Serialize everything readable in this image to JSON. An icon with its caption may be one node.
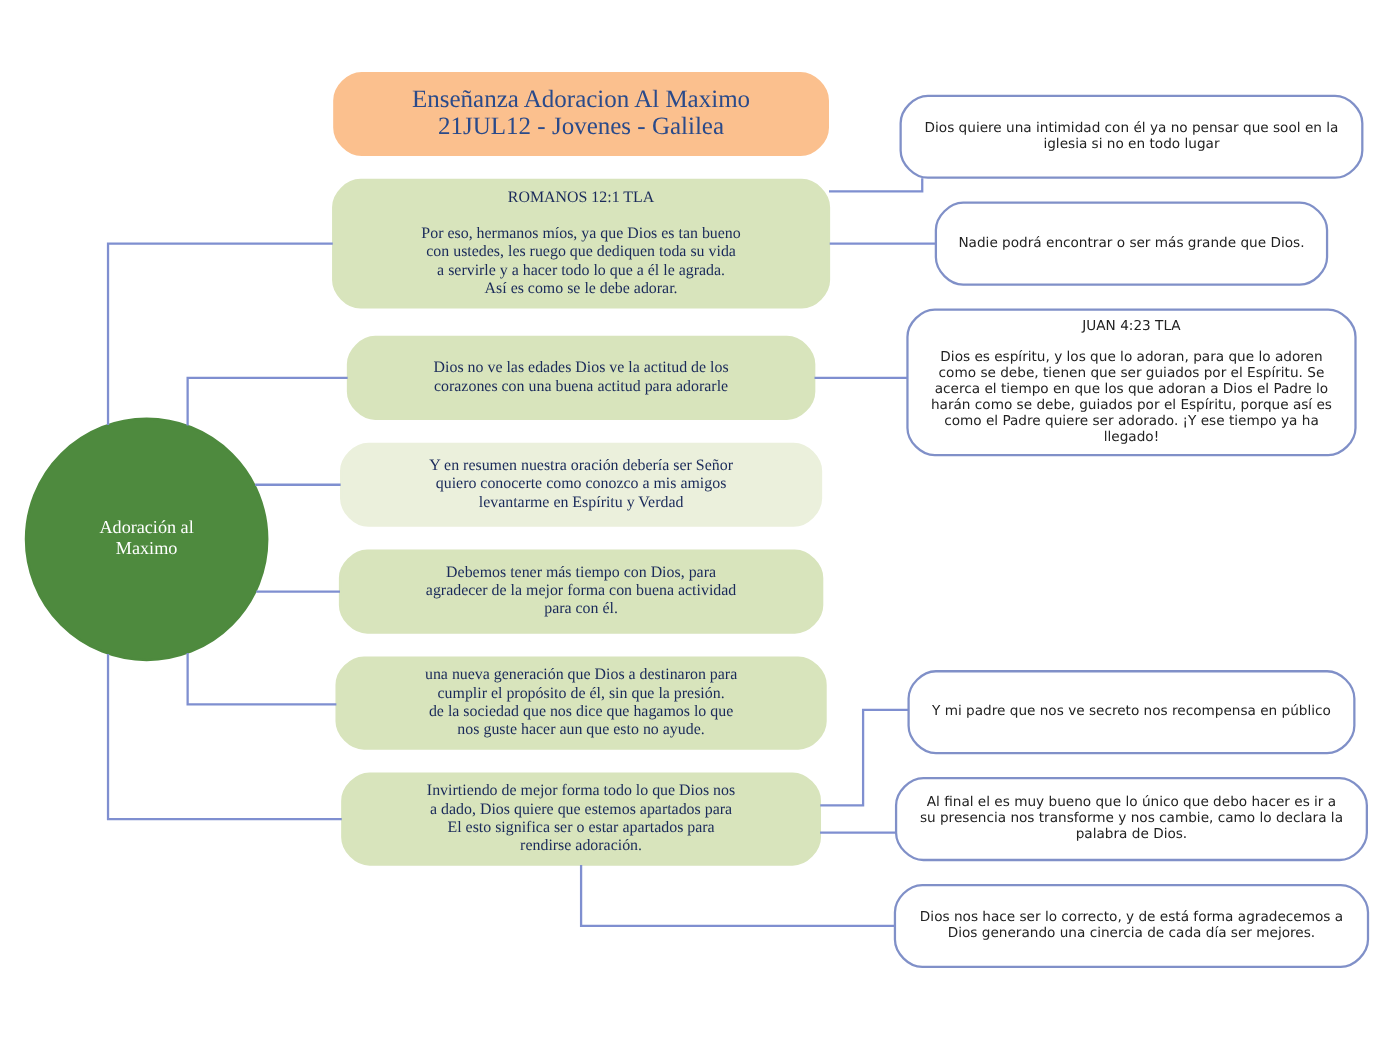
{
  "diagram": {
    "nodes": [
      {
        "text": [
          "Enseñanza Adoracion Al Maximo 21JUL12 - Jovenes - Galilea"
        ]
      },
      {
        "text": [
          "Adoración al Maximo"
        ]
      },
      {
        "text": [
          "ROMANOS 12:1 TLA",
          "Por eso, hermanos míos, ya que Dios es tan bueno con ustedes, les ruego que dediquen toda su vida a servirle y a hacer todo lo que a él le agrada. Así es como se le debe adorar."
        ]
      },
      {
        "text": [
          "Dios quiere una intimidad con él ya no pensar que sool en la iglesia si no en todo lugar"
        ]
      },
      {
        "text": [
          "Nadie podrá encontrar o ser más grande que Dios."
        ]
      },
      {
        "text": [
          "Dios no ve las edades Dios ve la actitud de los corazones con una buena actitud para adorarle"
        ]
      },
      {
        "text": [
          "JUAN 4:23 TLA",
          "Dios es espíritu, y los que lo adoran, para que lo adoren como se debe, tienen que ser guiados por el Espíritu. Se acerca el tiempo en que los que adoran a Dios el Padre lo harán como se debe, guiados por el Espíritu, porque así es como el Padre quiere ser adorado. ¡Y ese tiempo ya ha llegado!"
        ]
      },
      {
        "text": [
          "Y en resumen nuestra oración debería ser Señor quiero conocerte como conozco a mis amigos levantarme en Espíritu y Verdad"
        ]
      },
      {
        "text": [
          "Debemos tener más tiempo con Dios, para agradecer de la mejor forma con buena actividad para con él."
        ]
      },
      {
        "text": [
          "una nueva generación que Dios a destinaron para cumplir el propósito de él, sin que la presión. de la sociedad que nos dice que hagamos lo que nos guste hacer aun que esto no ayude."
        ]
      },
      {
        "text": [
          "Invirtiendo de mejor forma todo lo que Dios nos a dado, Dios quiere que estemos apartados para El esto significa ser o estar apartados para rendirse adoración."
        ]
      },
      {
        "text": [
          "Y mi padre que nos ve secreto nos recompensa en público"
        ]
      },
      {
        "text": [
          "Al final el es muy bueno que lo único que debo hacer es ir a su presencia nos transforme y nos cambie, camo lo declara la palabra de Dios."
        ]
      },
      {
        "text": [
          "Dios nos hace ser lo correcto, y de está forma agradecemos a Dios generando una cinercia de cada día ser mejores."
        ]
      }
    ],
    "edges": [
      {
        "from": 1,
        "to": 2,
        "arrow": "none"
      },
      {
        "from": 2,
        "to": 3,
        "arrow": "none"
      },
      {
        "from": 2,
        "to": 4,
        "arrow": "none"
      },
      {
        "from": 1,
        "to": 5,
        "arrow": "none"
      },
      {
        "from": 5,
        "to": 6,
        "arrow": "none"
      },
      {
        "from": 1,
        "to": 7,
        "arrow": "none"
      },
      {
        "from": 1,
        "to": 8,
        "arrow": "none"
      },
      {
        "from": 1,
        "to": 9,
        "arrow": "none"
      },
      {
        "from": 1,
        "to": 10,
        "arrow": "none"
      },
      {
        "from": 10,
        "to": 11,
        "arrow": "none"
      },
      {
        "from": 10,
        "to": 12,
        "arrow": "none"
      },
      {
        "from": 10,
        "to": 13,
        "arrow": "none"
      }
    ]
  }
}
